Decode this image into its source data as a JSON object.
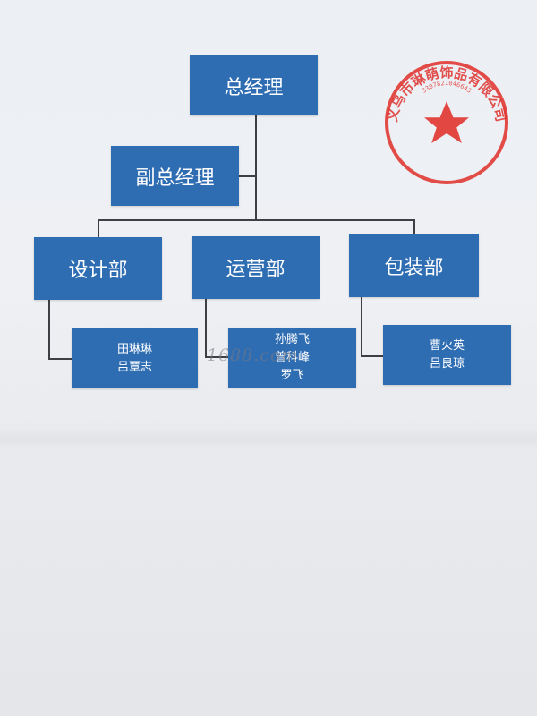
{
  "org_chart": {
    "ceo": "总经理",
    "vice": "副总经理",
    "departments": [
      {
        "name": "设计部",
        "members": [
          "田琳琳",
          "吕覃志"
        ]
      },
      {
        "name": "运营部",
        "members": [
          "孙腾飞",
          "曾科峰",
          "罗飞"
        ]
      },
      {
        "name": "包装部",
        "members": [
          "曹火英",
          "吕良琼"
        ]
      }
    ]
  },
  "stamp": {
    "text": "义乌市琳萌饰品有限公司",
    "number": "3307821046643",
    "color": "#e0342f"
  },
  "watermark": "1688.com",
  "colors": {
    "box": "#2f6db3",
    "line": "#3d3f44",
    "paper": "#eceff3"
  }
}
